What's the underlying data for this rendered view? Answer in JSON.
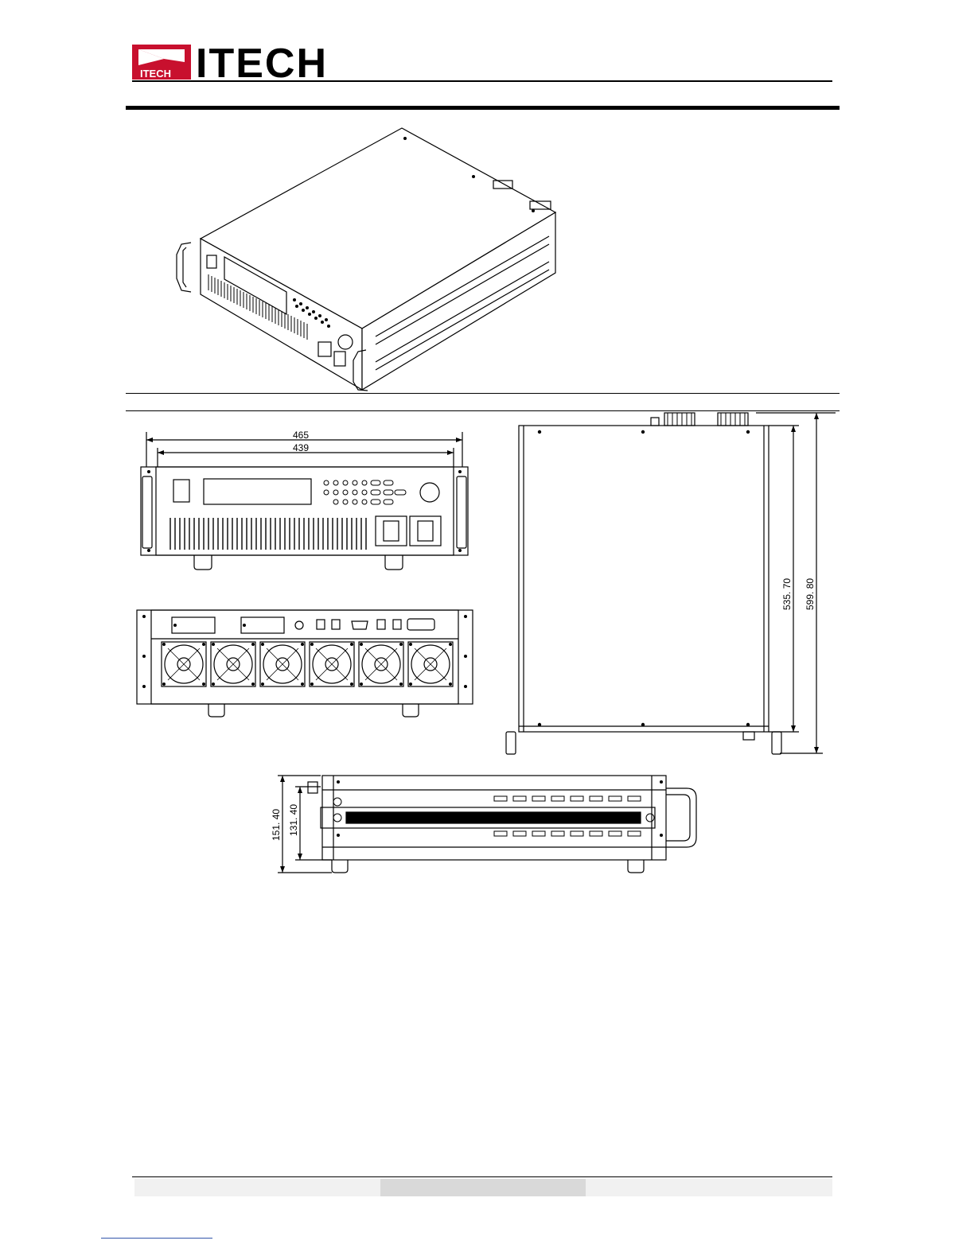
{
  "header": {
    "logo_badge_text": "ITECH",
    "logo_word": "ITECH"
  },
  "dimensions": {
    "front_overall_width": "465",
    "front_panel_width": "439",
    "side_depth_body": "535. 70",
    "side_depth_overall": "599. 80",
    "height_overall": "151. 40",
    "height_body": "131. 40"
  },
  "colors": {
    "brand_red": "#c8102e",
    "line": "#000000",
    "footer_bar": "#f1f1f1",
    "footer_bar_mid": "#d9d9d9"
  }
}
